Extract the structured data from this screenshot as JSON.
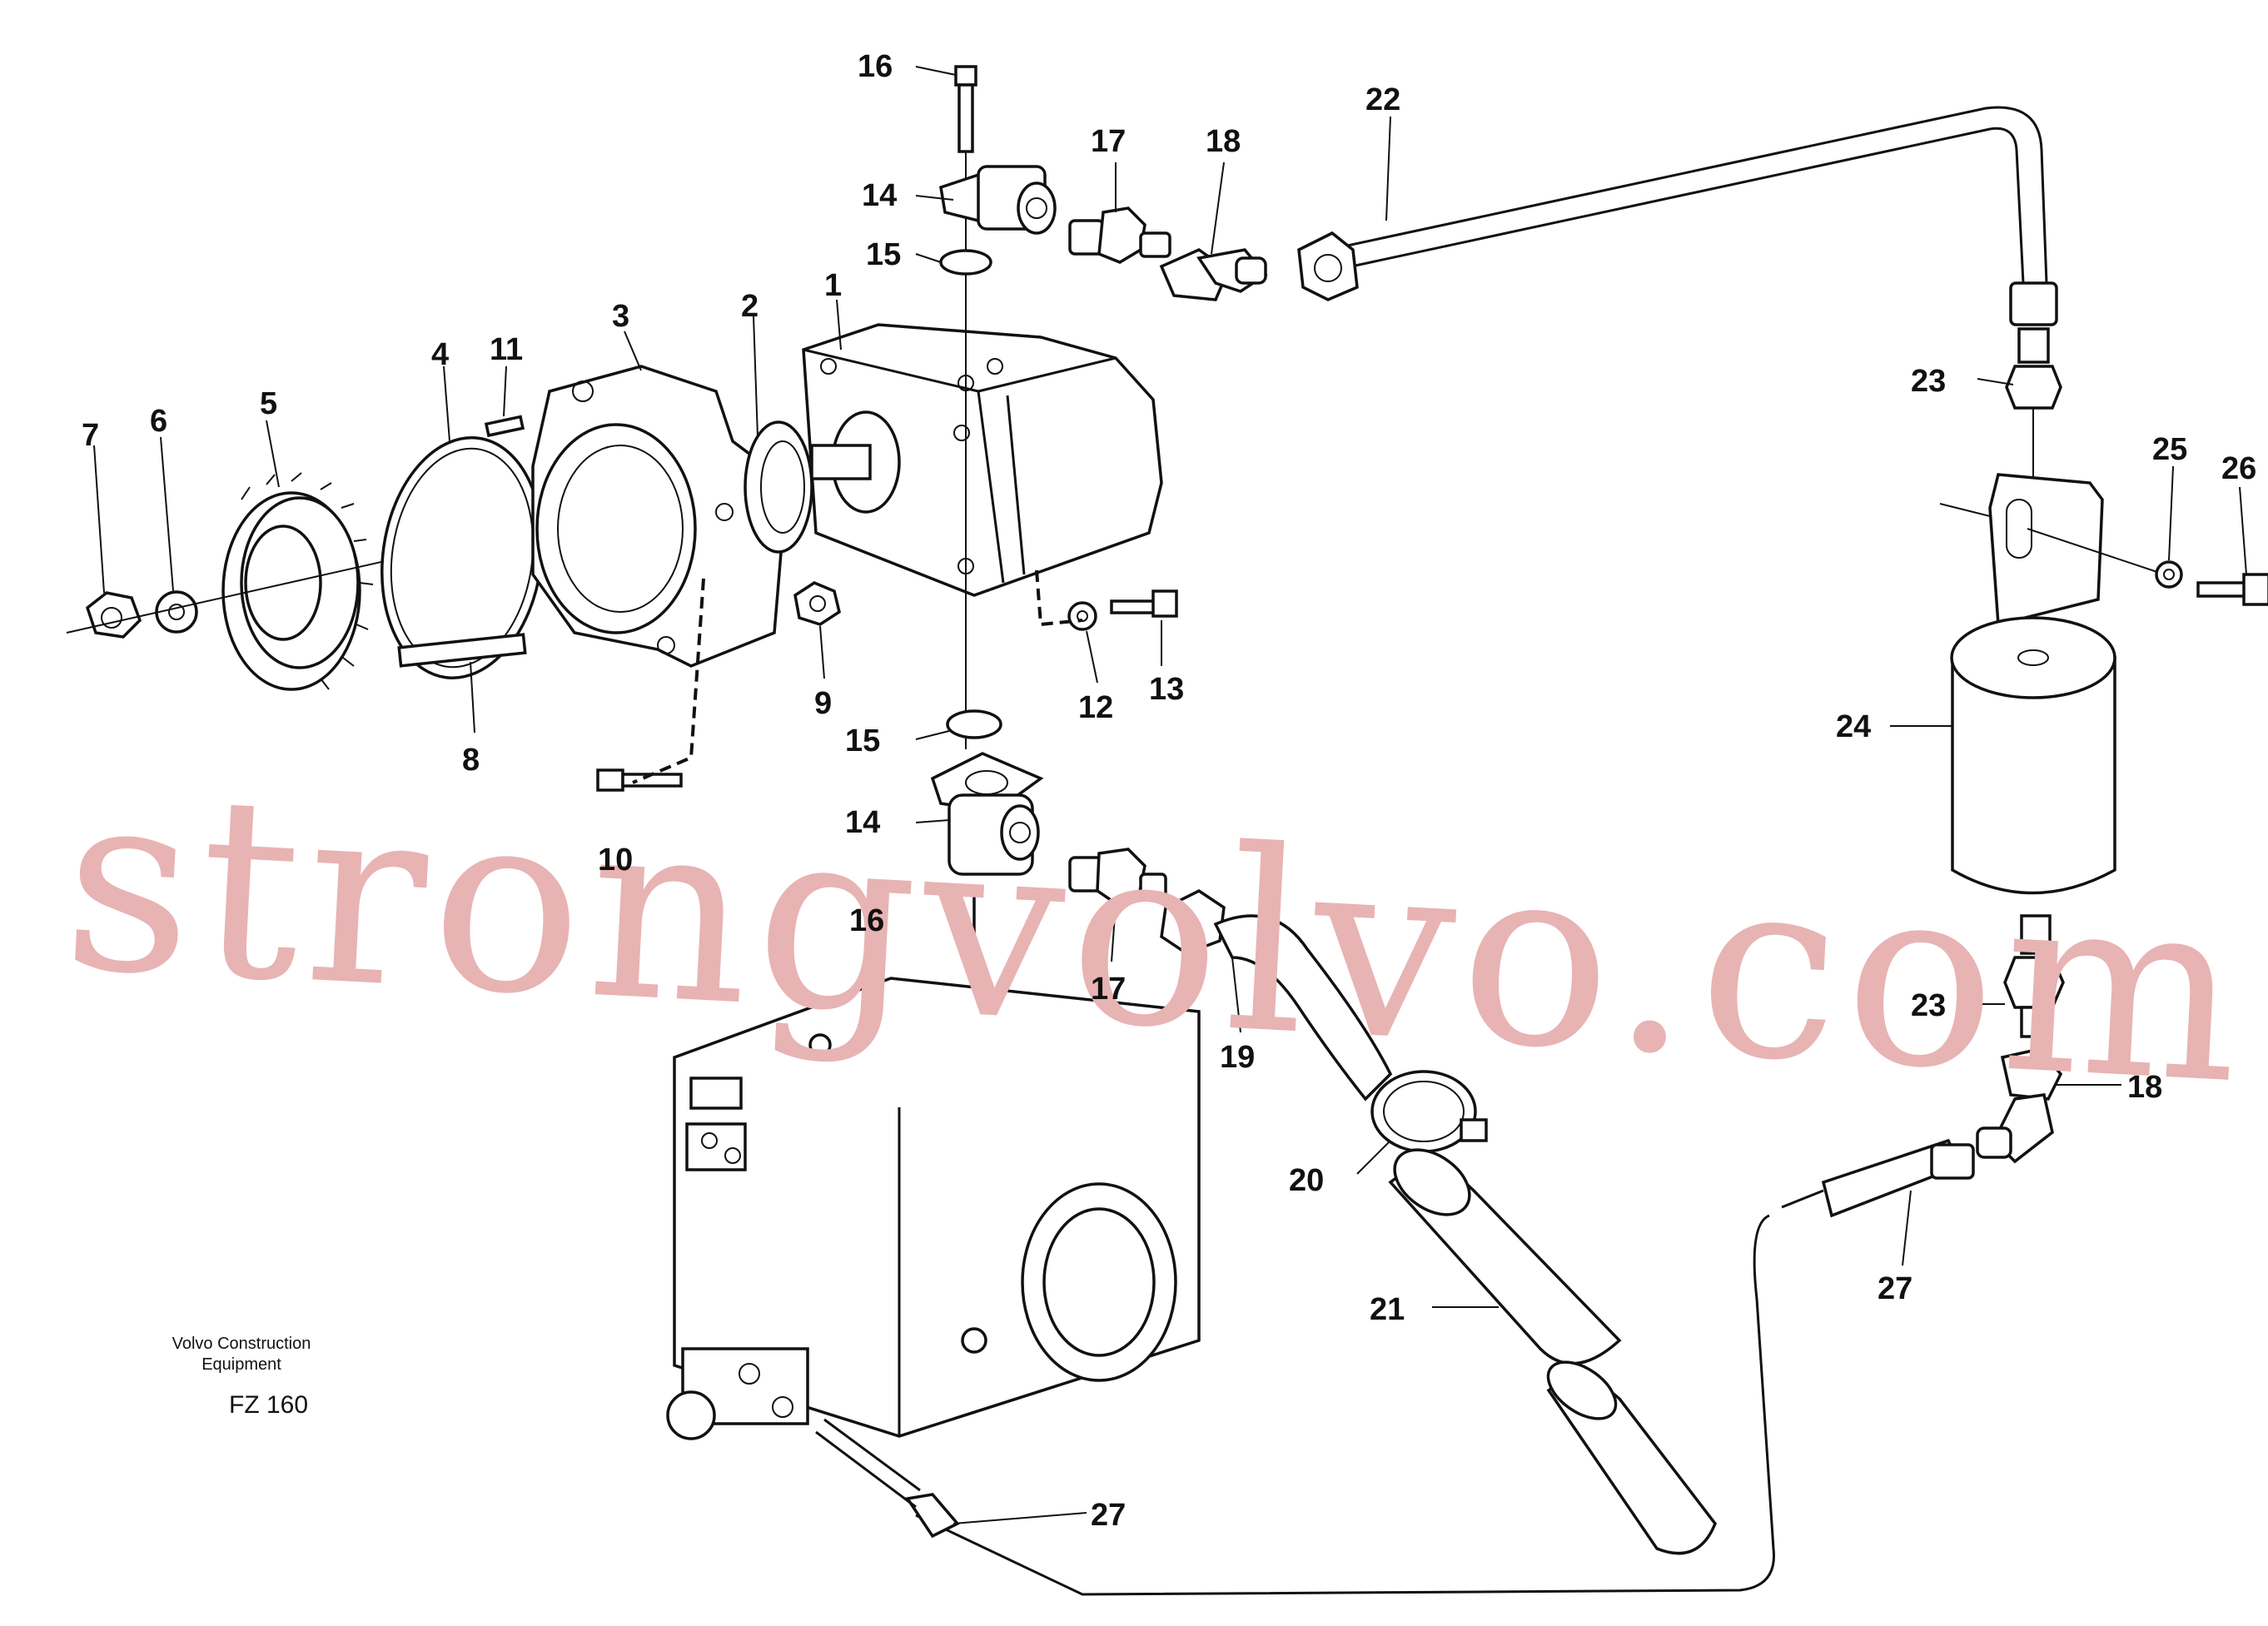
{
  "watermark": {
    "text": "strongvolvo.com",
    "color": "#e8b3b3"
  },
  "caption": {
    "company_line1": "Volvo Construction",
    "company_line2": "Equipment",
    "figure_code": "FZ 160"
  },
  "callouts": {
    "c1": "1",
    "c2": "2",
    "c3": "3",
    "c4": "4",
    "c5": "5",
    "c6": "6",
    "c7": "7",
    "c8": "8",
    "c9": "9",
    "c10": "10",
    "c11": "11",
    "c12": "12",
    "c13": "13",
    "c14a": "14",
    "c14b": "14",
    "c15a": "15",
    "c15b": "15",
    "c16a": "16",
    "c16b": "16",
    "c17a": "17",
    "c17b": "17",
    "c18a": "18",
    "c18b": "18",
    "c19": "19",
    "c20": "20",
    "c21": "21",
    "c22": "22",
    "c23a": "23",
    "c23b": "23",
    "c24": "24",
    "c25": "25",
    "c26": "26",
    "c27a": "27",
    "c27b": "27"
  }
}
